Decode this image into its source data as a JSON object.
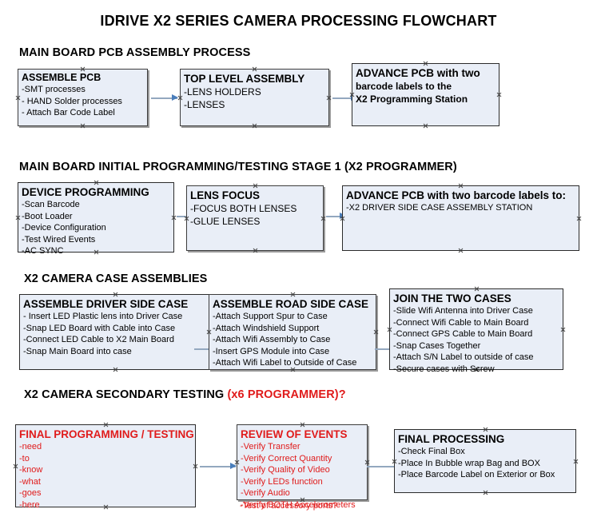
{
  "document": {
    "title": "IDRIVE X2  SERIES CAMERA PROCESSING FLOWCHART"
  },
  "colors": {
    "box_fill": "#e9eef7",
    "box_border": "#3c3c3c",
    "arrow_shaft": "#93a8bf",
    "arrow_head": "#4a7ebb",
    "accent_red": "#e01b1b",
    "text": "#000000"
  },
  "sections": [
    {
      "id": "main-board-pcb-assembly",
      "header": "MAIN BOARD PCB ASSEMBLY PROCESS",
      "header_accent": "",
      "boxes": [
        {
          "id": "assemble-pcb",
          "title": "ASSEMBLE PCB",
          "lines": [
            "-SMT processes",
            "- HAND Solder processes",
            "- Attach Bar Code Label"
          ]
        },
        {
          "id": "top-level-assembly",
          "title": "TOP LEVEL ASSEMBLY",
          "lines": [
            "-LENS HOLDERS",
            "-LENSES"
          ]
        },
        {
          "id": "advance-pcb-to-x2-programming-station",
          "title": "ADVANCE PCB with two",
          "lines": [
            "barcode labels to the",
            " X2 Programming Station"
          ]
        }
      ]
    },
    {
      "id": "main-board-initial-programming",
      "header": "MAIN BOARD INITIAL PROGRAMMING/TESTING STAGE 1 (X2 PROGRAMMER)",
      "header_accent": "",
      "boxes": [
        {
          "id": "device-programming",
          "title": "DEVICE PROGRAMMING",
          "lines": [
            "-Scan Barcode",
            "-Boot Loader",
            "-Device Configuration",
            "-Test Wired Events",
            "-AC SYNC"
          ]
        },
        {
          "id": "lens-focus",
          "title": "LENS FOCUS",
          "lines": [
            "-FOCUS BOTH LENSES",
            "-GLUE LENSES"
          ]
        },
        {
          "id": "advance-pcb-to-driver-side-case-assembly",
          "title": "ADVANCE PCB with two barcode labels to:",
          "lines": [
            "-X2 DRIVER  SIDE  CASE  ASSEMBLY STATION"
          ]
        }
      ]
    },
    {
      "id": "x2-camera-case-assemblies",
      "header": "X2 CAMERA CASE ASSEMBLIES",
      "header_accent": "",
      "boxes": [
        {
          "id": "assemble-driver-side-case",
          "title": "ASSEMBLE DRIVER SIDE CASE",
          "lines": [
            "- Insert LED Plastic lens into Driver Case",
            "-Snap LED Board with Cable into Case",
            "-Connect LED Cable to X2 Main Board",
            "-Snap Main Board into case"
          ]
        },
        {
          "id": "assemble-road-side-case",
          "title": "ASSEMBLE ROAD SIDE CASE",
          "lines": [
            "-Attach Support Spur to Case",
            "-Attach Windshield Support",
            "-Attach Wifi Assembly to Case",
            "-Insert GPS Module into Case",
            "-Attach Wifi Label to Outside of Case"
          ]
        },
        {
          "id": "join-the-two-cases",
          "title": "JOIN THE TWO CASES",
          "lines": [
            "-Slide Wifi Antenna into Driver Case",
            "-Connect Wifi Cable to Main Board",
            "-Connect GPS Cable to Main Board",
            "-Snap Cases Together",
            "-Attach S/N Label to outside of case",
            "-Secure cases with Screw"
          ]
        }
      ]
    },
    {
      "id": "x2-camera-secondary-testing",
      "header": "X2 CAMERA SECONDARY TESTING ",
      "header_accent": "(x6 PROGRAMMER)?",
      "boxes": [
        {
          "id": "final-programming-testing",
          "title": "FINAL PROGRAMMING / TESTING",
          "lines": [
            "-need",
            "-to",
            "-know",
            "-what",
            "-goes",
            "-here"
          ]
        },
        {
          "id": "review-of-events",
          "title": "REVIEW OF EVENTS",
          "lines": [
            "-Verify Transfer",
            "-Verify Correct Quantity",
            "-Verify Quality of Video",
            "-Verify LEDs function",
            "-Verify Audio",
            "-Verify BOTH Accelerometers"
          ],
          "overflow_line": "-Test of accessory ports?"
        },
        {
          "id": "final-processing",
          "title": "FINAL PROCESSING",
          "lines": [
            " -Check Final Box",
            "-Place In Bubble wrap Bag and BOX",
            "-Place Barcode Label on Exterior or Box"
          ]
        }
      ]
    }
  ]
}
